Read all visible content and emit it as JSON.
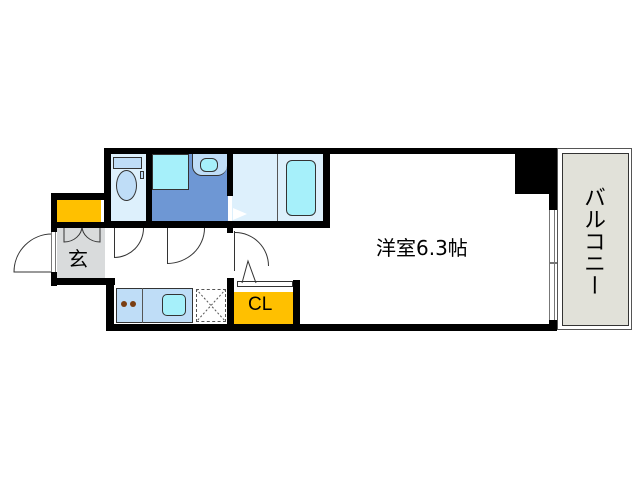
{
  "floorplan": {
    "rooms": {
      "western_room": {
        "label": "洋室6.3帖",
        "type": "western-room",
        "size_jou": 6.3
      },
      "balcony": {
        "label": "バルコニー",
        "type": "balcony"
      },
      "closet": {
        "label": "CL",
        "type": "closet"
      },
      "entrance": {
        "label": "玄",
        "type": "entrance"
      },
      "toilet": {
        "type": "toilet"
      },
      "washroom": {
        "type": "washroom"
      },
      "bathroom": {
        "type": "bathroom"
      },
      "kitchen": {
        "type": "kitchen"
      },
      "washer_space": {
        "type": "washing-machine-space"
      },
      "shoe_storage": {
        "type": "shoe-storage"
      }
    },
    "colors": {
      "wall": "#000000",
      "closet": "#FFC000",
      "shoe_storage": "#FFC000",
      "entrance_floor": "#D9DBDC",
      "toilet_floor": "#DDF0FC",
      "washroom_floor": "#6E97D4",
      "bath_floor": "#DDF0FC",
      "fixture_light": "#BFDDF7",
      "fixture_cyan": "#A6F0FA",
      "kitchen_counter": "#BFDDF7",
      "balcony": "#E1E1D9",
      "burner": "#7A3E12"
    }
  }
}
